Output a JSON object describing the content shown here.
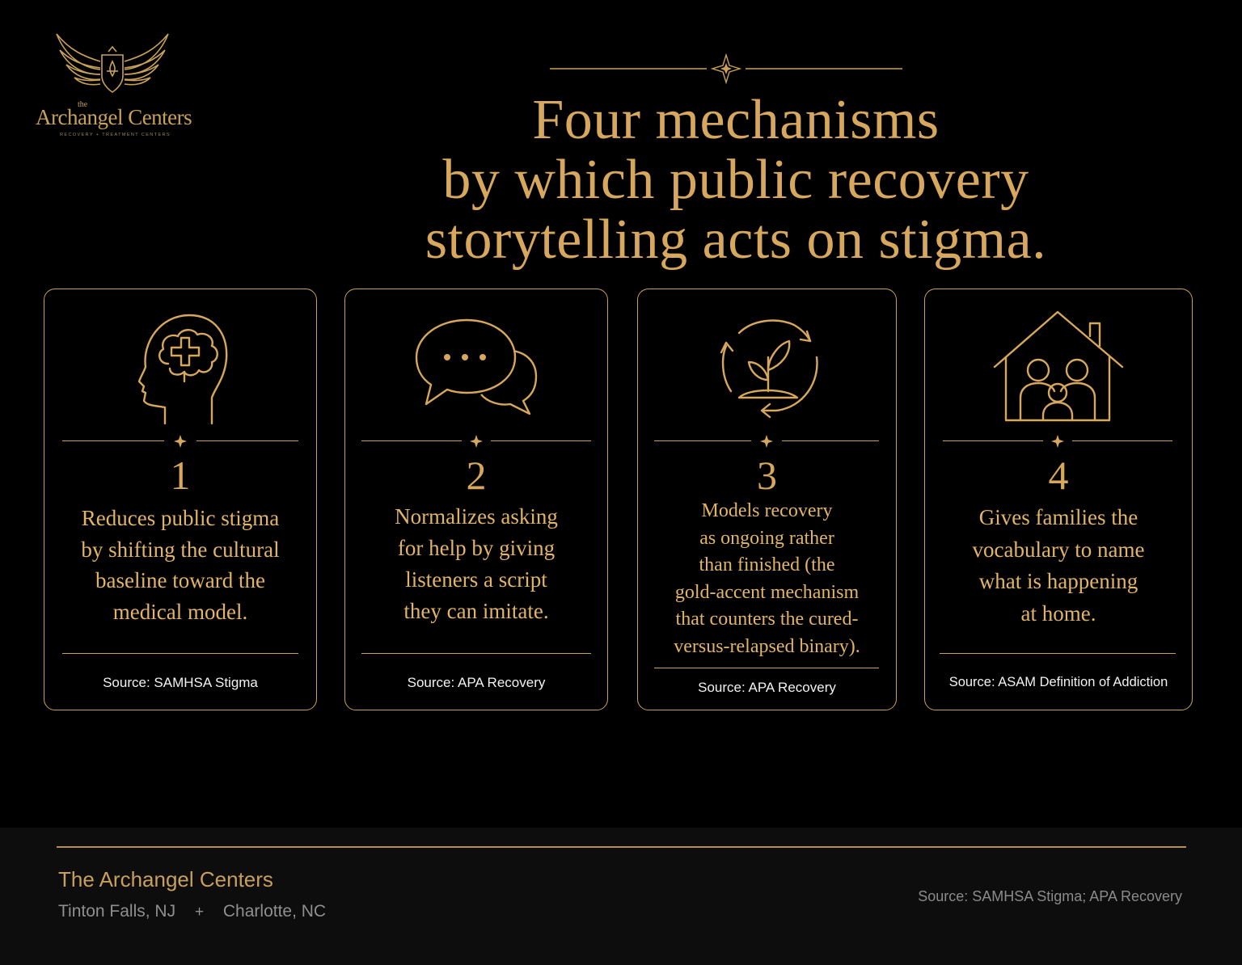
{
  "logo": {
    "the": "the",
    "name": "Archangel Centers",
    "tagline": "RECOVERY + TREATMENT CENTERS"
  },
  "title": {
    "line1": "Four mechanisms",
    "line2": "by which public recovery",
    "line3": "storytelling acts on stigma."
  },
  "colors": {
    "gold": "#d6a75c",
    "background": "#000000",
    "footer_bg": "#0e0d0e"
  },
  "cards": [
    {
      "icon": "head-brain-cross-icon",
      "number": "1",
      "lines": [
        "Reduces public stigma",
        "by shifting the cultural",
        "baseline toward the",
        "medical model."
      ],
      "source": "Source: SAMHSA Stigma"
    },
    {
      "icon": "speech-bubbles-icon",
      "number": "2",
      "lines": [
        "Normalizes asking",
        "for help by giving",
        "listeners a script",
        "they can imitate."
      ],
      "source": "Source: APA Recovery"
    },
    {
      "icon": "sprout-cycle-icon",
      "number": "3",
      "lines": [
        "Models recovery",
        "as ongoing rather",
        "than finished (the",
        "gold-accent mechanism",
        "that counters the cured-",
        "versus-relapsed binary)."
      ],
      "source": "Source: APA Recovery"
    },
    {
      "icon": "house-family-icon",
      "number": "4",
      "lines": [
        "Gives families the",
        "vocabulary to name",
        "what is happening",
        "at home."
      ],
      "source": "Source: ASAM Definition of Addiction"
    }
  ],
  "footer": {
    "name": "The Archangel Centers",
    "location1": "Tinton Falls, NJ",
    "separator": "+",
    "location2": "Charlotte, NC",
    "source": "Source: SAMHSA Stigma; APA Recovery"
  }
}
